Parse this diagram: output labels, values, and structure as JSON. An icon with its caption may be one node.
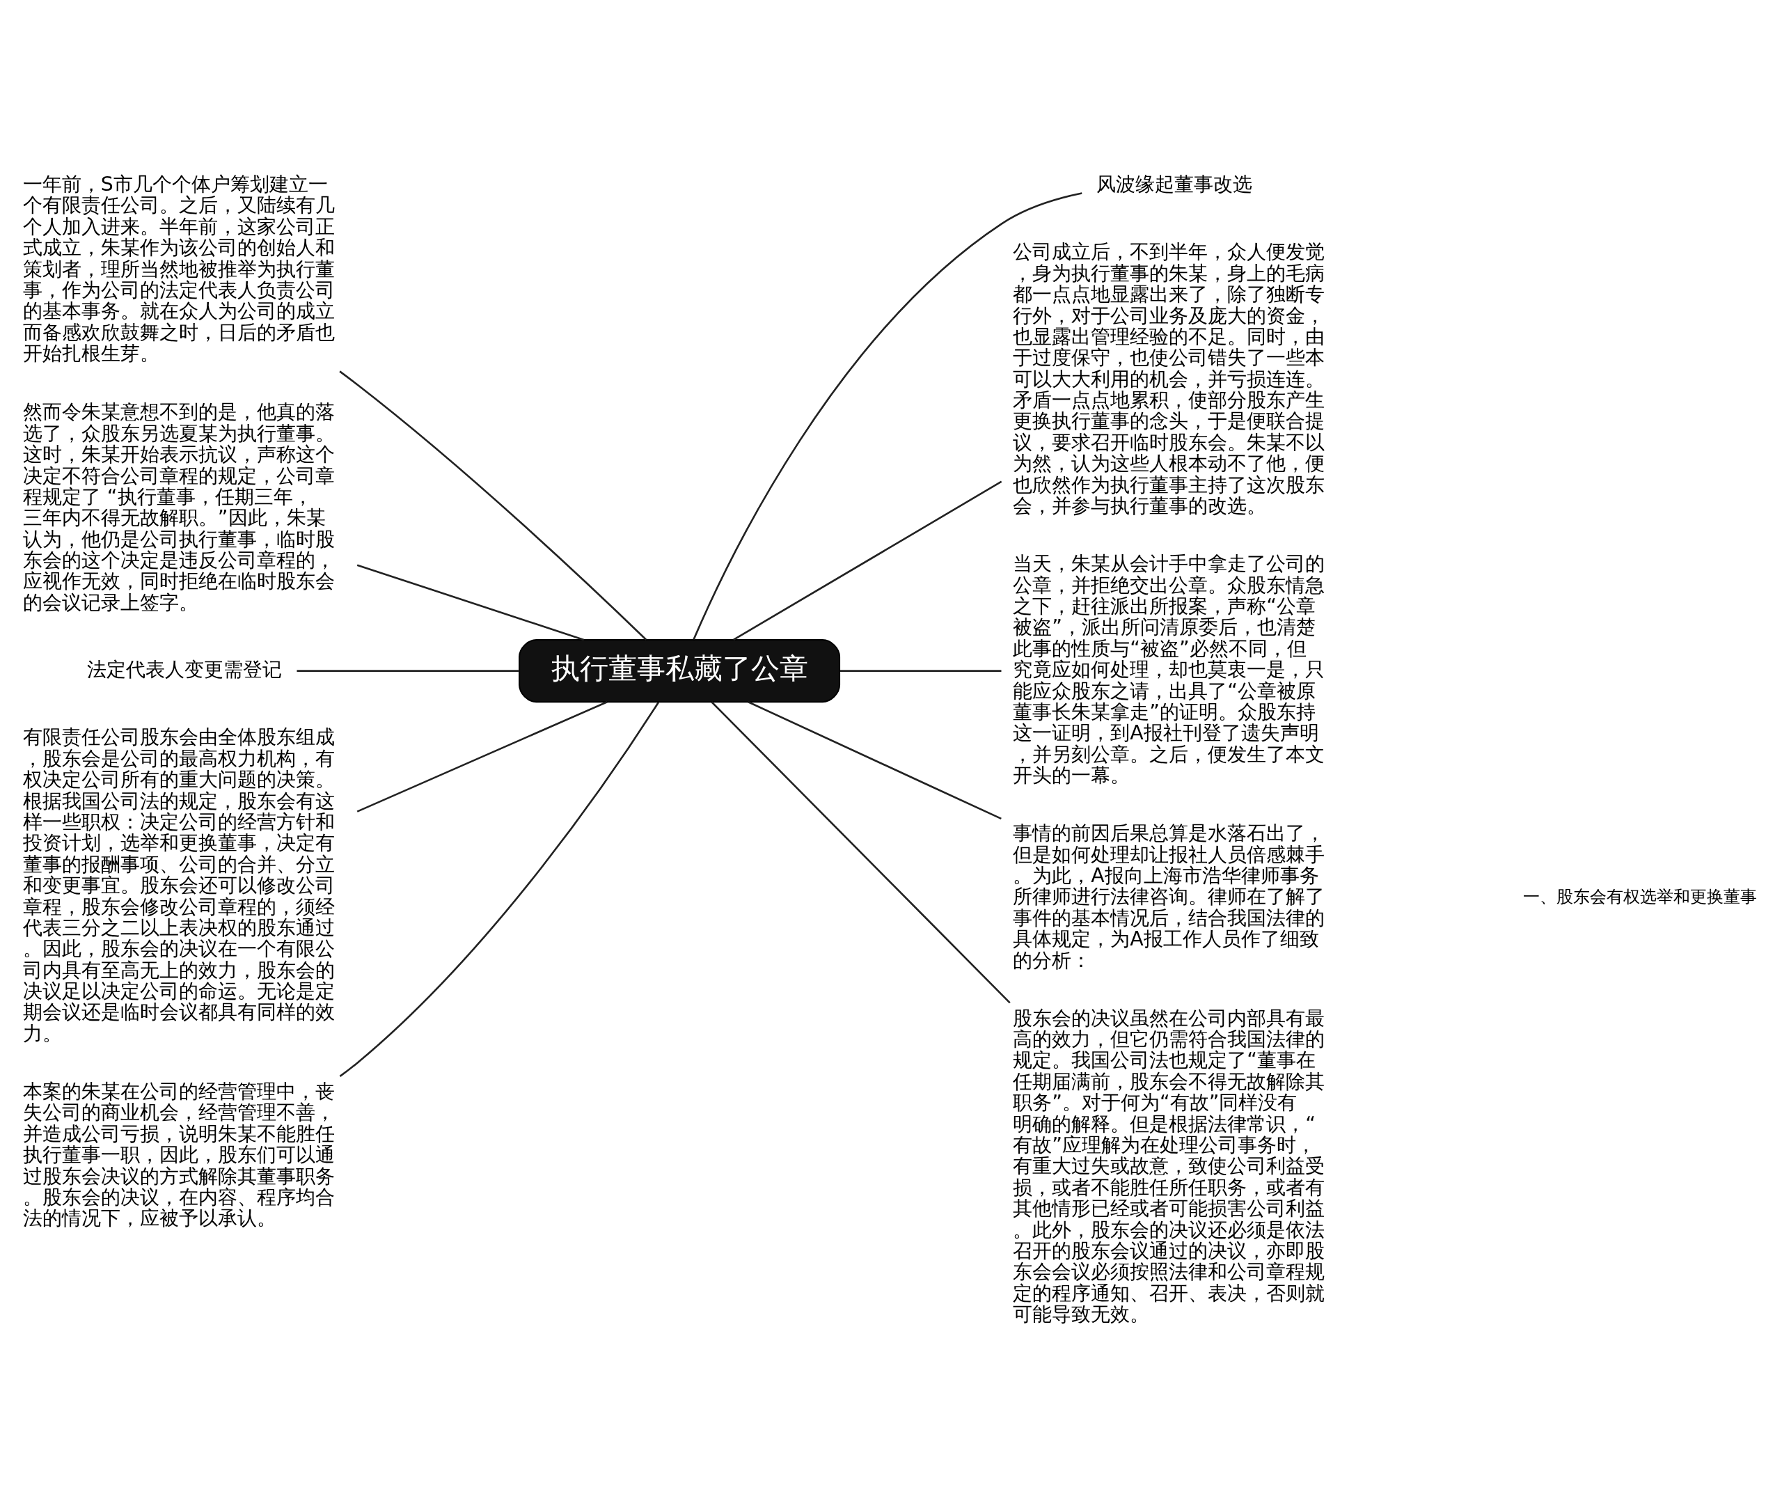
{
  "diagram": {
    "nodes": [
      {
        "text": [
          "执行董事私藏了公章"
        ]
      },
      {
        "text": [
          "风波缘起董事改选"
        ]
      },
      {
        "text": [
          "一年前，S市几个个体户筹划建立一个有限责任公司。之后，又陆续有几个人加入进来。半年前，这家公司正式成立，朱某作为该公司的创始人和策划者，理所当然地被推举为执行董事，作为公司的法定代表人负责公司的基本事务。就在众人为公司的成立而备感欢欣鼓舞之时，日后的矛盾也开始扎根生芽。"
        ]
      },
      {
        "text": [
          "公司成立后，不到半年，众人便发觉，身为执行董事的朱某，身上的毛病都一点点地显露出来了，除了独断专行外，对于公司业务及庞大的资金，也显露出管理经验的不足。同时，由于过度保守，也使公司错失了一些本可以大大利用的机会，并亏损连连。矛盾一点点地累积，使部分股东产生更换执行董事的念头，于是便联合提议，要求召开临时股东会。朱某不以为然，认为这些人根本动不了他，便也欣然作为执行董事主持了这次股东会，并参与执行董事的改选。"
        ]
      },
      {
        "text": [
          "然而令朱某意想不到的是，他真的落选了，众股东另选夏某为执行董事。这时，朱某开始表示抗议，声称这个决定不符合公司章程的规定，公司章程规定了 “执行董事，任期三年，三年内不得无故解职。”因此，朱某认为，他仍是公司执行董事，临时股东会的这个决定是违反公司章程的，应视作无效，同时拒绝在临时股东会的会议记录上签字。"
        ]
      },
      {
        "text": [
          "当天，朱某从会计手中拿走了公司的公章，并拒绝交出公章。众股东情急之下，赶往派出所报案，声称“公章被盗”，派出所问清原委后，也清楚此事的性质与“被盗”必然不同，但究竟应如何处理，却也莫衷一是，只能应众股东之请，出具了“公章被原董事长朱某拿走”的证明。众股东持这一证明，到A报社刊登了遗失声明，并另刻公章。之后，便发生了本文开头的一幕。"
        ]
      },
      {
        "text": [
          "法定代表人变更需登记"
        ]
      },
      {
        "text": [
          "有限责任公司股东会由全体股东组成，股东会是公司的最高权力机构，有权决定公司所有的重大问题的决策。根据我国公司法的规定，股东会有这样一些职权：决定公司的经营方针和投资计划，选举和更换董事，决定有董事的报酬事项、公司的合并、分立和变更事宜。股东会还可以修改公司章程，股东会修改公司章程的，须经代表三分之二以上表决权的股东通过。因此，股东会的决议在一个有限公司内具有至高无上的效力，股东会的决议足以决定公司的命运。无论是定期会议还是临时会议都具有同样的效力。"
        ]
      },
      {
        "text": [
          "事情的前因后果总算是水落石出了，但是如何处理却让报社人员倍感棘手。为此，A报向上海市浩华律师事务所律师进行法律咨询。律师在了解了事件的基本情况后，结合我国法律的具体规定，为A报工作人员作了细致的分析："
        ]
      },
      {
        "text": [
          "股东会的决议虽然在公司内部具有最高的效力，但它仍需符合我国法律的规定。我国公司法也规定了“董事在任期届满前，股东会不得无故解除其职务”。对于何为“有故”同样没有明确的解释。但是根据法律常识，“有故”应理解为在处理公司事务时，有重大过失或故意，致使公司利益受损，或者不能胜任所任职务，或者有其他情形已经或者可能损害公司利益。此外，股东会的决议还必须是依法召开的股东会议通过的决议，亦即股东会会议必须按照法律和公司章程规定的程序通知、召开、表决，否则就可能导致无效。"
        ]
      },
      {
        "text": [
          "本案的朱某在公司的经营管理中，丧失公司的商业机会，经营管理不善，并造成公司亏损，说明朱某不能胜任执行董事一职，因此，股东们可以通过股东会决议的方式解除其董事职务。股东会的决议，在内容、程序均合法的情况下，应被予以承认。"
        ]
      }
    ],
    "edges": [
      {
        "from": 0,
        "to": 1,
        "arrow": "none"
      },
      {
        "from": 2,
        "to": 0,
        "arrow": "none"
      },
      {
        "from": 0,
        "to": 3,
        "arrow": "none"
      },
      {
        "from": 4,
        "to": 0,
        "arrow": "none"
      },
      {
        "from": 0,
        "to": 5,
        "arrow": "none"
      },
      {
        "from": 6,
        "to": 0,
        "arrow": "none"
      },
      {
        "from": 7,
        "to": 0,
        "arrow": "none"
      },
      {
        "from": 0,
        "to": 8,
        "arrow": "none"
      },
      {
        "from": 0,
        "to": 9,
        "arrow": "none"
      },
      {
        "from": 10,
        "to": 0,
        "arrow": "none"
      }
    ],
    "labels": [
      "一、股东会有权选举和更换董事"
    ]
  }
}
